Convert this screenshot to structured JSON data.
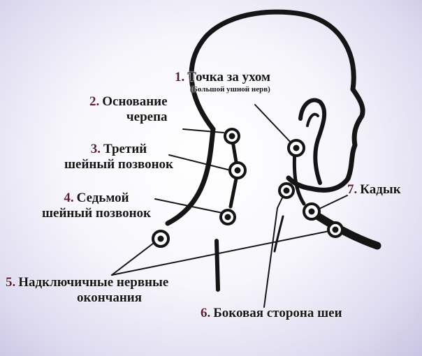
{
  "colors": {
    "number": "#5a1f33",
    "text": "#161616",
    "outline": "#151515",
    "background_edge": "#c9c4e2"
  },
  "labels": {
    "p1": {
      "num": "1.",
      "text": "Точка за ухом",
      "sub": "(Большой ушной нерв)"
    },
    "p2": {
      "num": "2.",
      "line1": "Основание",
      "line2": "черепа"
    },
    "p3": {
      "num": "3.",
      "line1": "Третий",
      "line2": "шейный позвонок"
    },
    "p4": {
      "num": "4.",
      "line1": "Седьмой",
      "line2": "шейный позвонок"
    },
    "p5": {
      "num": "5.",
      "line1": "Надключичные нервные",
      "line2": "окончания"
    },
    "p6": {
      "num": "6.",
      "text": "Боковая сторона шеи"
    },
    "p7": {
      "num": "7.",
      "text": "Кадык"
    }
  }
}
